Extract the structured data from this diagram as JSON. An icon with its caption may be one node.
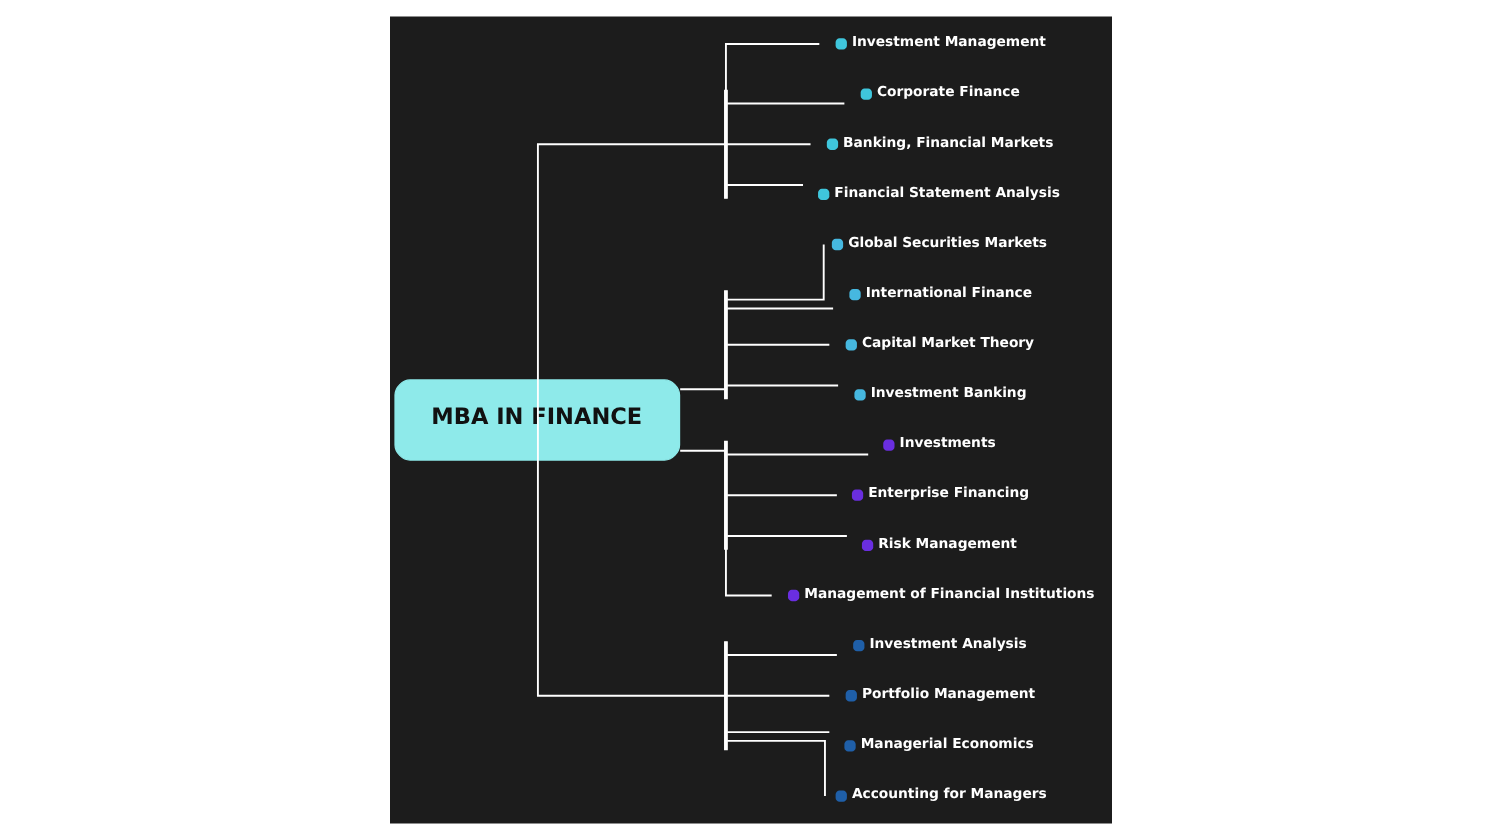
{
  "diagram": {
    "nodes": [
      {
        "text": [
          "MBA IN FINANCE"
        ]
      },
      {
        "text": [],
        "shape": "bar"
      },
      {
        "text": [
          "Investment Management"
        ]
      },
      {
        "text": [
          "Corporate Finance"
        ]
      },
      {
        "text": [
          "Banking, Financial Markets"
        ]
      },
      {
        "text": [
          "Financial Statement Analysis"
        ]
      },
      {
        "text": [],
        "shape": "bar"
      },
      {
        "text": [
          "Global Securities Markets"
        ]
      },
      {
        "text": [
          "International Finance"
        ]
      },
      {
        "text": [
          "Capital Market Theory"
        ]
      },
      {
        "text": [
          "Investment Banking"
        ]
      },
      {
        "text": [],
        "shape": "bar"
      },
      {
        "text": [
          "Investments"
        ]
      },
      {
        "text": [
          "Enterprise Financing"
        ]
      },
      {
        "text": [
          "Risk Management"
        ]
      },
      {
        "text": [
          "Management of Financial Institutions"
        ]
      },
      {
        "text": [],
        "shape": "bar"
      },
      {
        "text": [
          "Investment Analysis"
        ]
      },
      {
        "text": [
          "Portfolio Management"
        ]
      },
      {
        "text": [
          "Managerial Economics"
        ]
      },
      {
        "text": [
          "Accounting for Managers"
        ]
      }
    ],
    "edges": [
      {
        "from": 0,
        "to": 1,
        "arrow": "none"
      },
      {
        "from": 1,
        "to": 2,
        "arrow": "none"
      },
      {
        "from": 1,
        "to": 3,
        "arrow": "none"
      },
      {
        "from": 1,
        "to": 4,
        "arrow": "none"
      },
      {
        "from": 1,
        "to": 5,
        "arrow": "none"
      },
      {
        "from": 0,
        "to": 6,
        "arrow": "none"
      },
      {
        "from": 6,
        "to": 7,
        "arrow": "none"
      },
      {
        "from": 6,
        "to": 8,
        "arrow": "none"
      },
      {
        "from": 6,
        "to": 9,
        "arrow": "none"
      },
      {
        "from": 6,
        "to": 10,
        "arrow": "none"
      },
      {
        "from": 0,
        "to": 11,
        "arrow": "none"
      },
      {
        "from": 11,
        "to": 12,
        "arrow": "none"
      },
      {
        "from": 11,
        "to": 13,
        "arrow": "none"
      },
      {
        "from": 11,
        "to": 14,
        "arrow": "none"
      },
      {
        "from": 11,
        "to": 15,
        "arrow": "none"
      },
      {
        "from": 0,
        "to": 16,
        "arrow": "none"
      },
      {
        "from": 16,
        "to": 17,
        "arrow": "none"
      },
      {
        "from": 16,
        "to": 18,
        "arrow": "none"
      },
      {
        "from": 16,
        "to": 19,
        "arrow": "none"
      },
      {
        "from": 16,
        "to": 20,
        "arrow": "none"
      }
    ]
  }
}
